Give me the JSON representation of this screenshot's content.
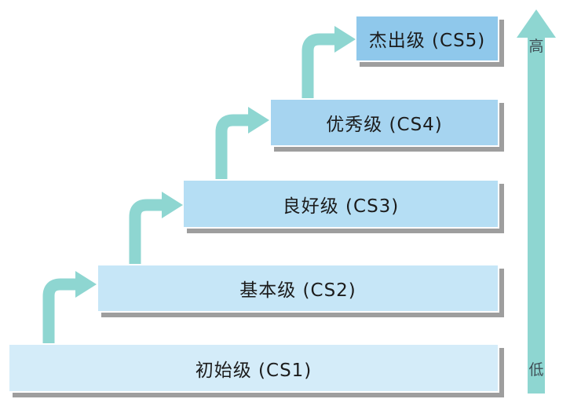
{
  "diagram": {
    "name": "capability-maturity-ladder",
    "levels": [
      {
        "code": "CS1",
        "label": "初始级 (CS1)"
      },
      {
        "code": "CS2",
        "label": "基本级 (CS2)"
      },
      {
        "code": "CS3",
        "label": "良好级 (CS3)"
      },
      {
        "code": "CS4",
        "label": "优秀级 (CS4)"
      },
      {
        "code": "CS5",
        "label": "杰出级 (CS5)"
      }
    ],
    "scale": {
      "high": "高",
      "low": "低"
    },
    "colors": {
      "box_cs1": "#d4ecf9",
      "box_cs2": "#c6e6f7",
      "box_cs3": "#b5def4",
      "box_cs4": "#a6d4f0",
      "box_cs5": "#8fc8eb",
      "arrow": "#8ed6d1",
      "shadow": "#9e9e9e",
      "box_text": "#1c1c1c",
      "scale_text": "#3f4e55"
    }
  }
}
